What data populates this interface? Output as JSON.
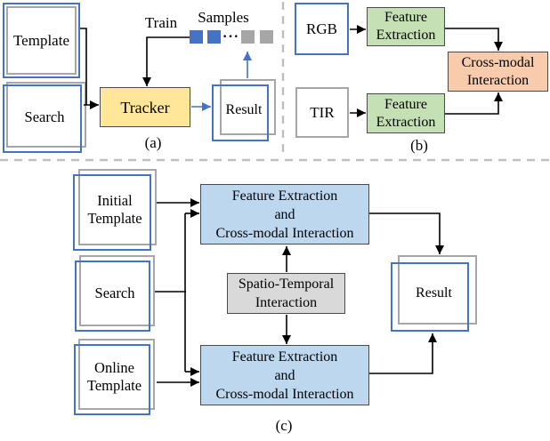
{
  "figure": {
    "type": "diagram",
    "description": "Three-panel tracking architecture diagram"
  },
  "panels": {
    "a": {
      "label": "(a)",
      "template": "Template",
      "search": "Search",
      "tracker": "Tracker",
      "result": "Result",
      "train": "Train",
      "samples": "Samples",
      "dots": "···"
    },
    "b": {
      "label": "(b)",
      "rgb": "RGB",
      "tir": "TIR",
      "feature_extraction_top_lines": [
        "Feature",
        "Extraction"
      ],
      "feature_extraction_bottom_lines": [
        "Feature",
        "Extraction"
      ],
      "cross_modal_lines": [
        "Cross-modal",
        "Interaction"
      ]
    },
    "c": {
      "label": "(c)",
      "initial_template_lines": [
        "Initial",
        "Template"
      ],
      "search": "Search",
      "online_template_lines": [
        "Online",
        "Template"
      ],
      "fusion_top_lines": [
        "Feature Extraction",
        "and",
        "Cross-modal Interaction"
      ],
      "spatio_temporal_lines": [
        "Spatio-Temporal",
        "Interaction"
      ],
      "fusion_bottom_lines": [
        "Feature Extraction",
        "and",
        "Cross-modal Interaction"
      ],
      "result": "Result"
    }
  },
  "colors": {
    "blue": "#4472C4",
    "gray": "#A6A6A6",
    "tracker_fill": "#FFE699",
    "feature_extraction_fill": "#C5E0B4",
    "cross_modal_fill": "#F8CBAD",
    "fusion_fill": "#BDD7EE",
    "spatio_temporal_fill": "#D9D9D9",
    "divider": "#BFBFBF",
    "arrow_black": "#000000",
    "arrow_blue": "#4472C4"
  }
}
